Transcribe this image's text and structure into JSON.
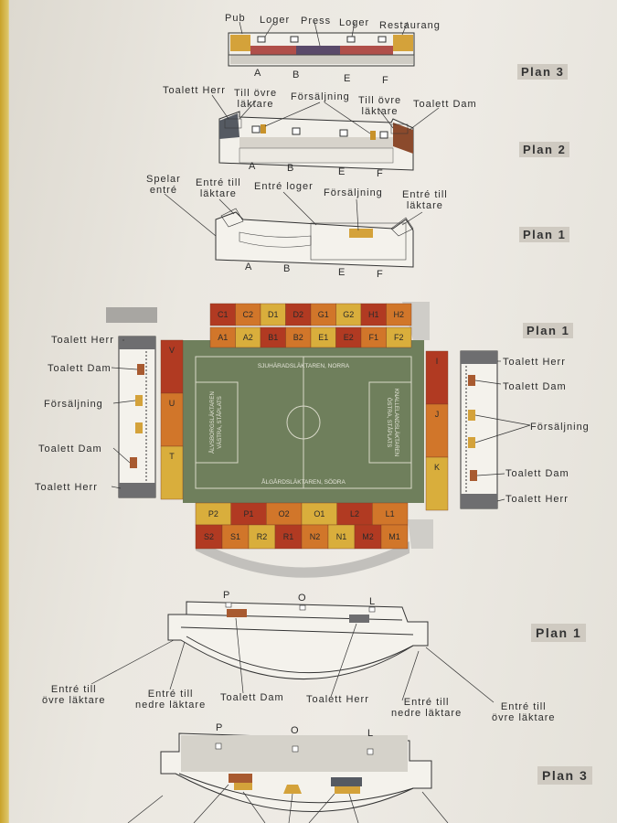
{
  "plan_labels": {
    "plan3": "Plan 3",
    "plan2": "Plan 2",
    "plan1": "Plan 1"
  },
  "plan3_top": {
    "labels": [
      "Pub",
      "Loger",
      "Press",
      "Loger",
      "Restaurang"
    ],
    "letters": [
      "A",
      "B",
      "E",
      "F"
    ]
  },
  "plan2_top": {
    "toalett_herr": "Toalett Herr",
    "till_ovre_left": "Till övre\nläktare",
    "forsaljning": "Försäljning",
    "till_ovre_right": "Till övre\nläktare",
    "toalett_dam": "Toalett Dam",
    "letters": [
      "A",
      "B",
      "E",
      "F"
    ]
  },
  "plan1_top": {
    "spelar_entre": "Spelar\nentré",
    "entre_lakare_left": "Entré till\nläktare",
    "entre_loger": "Entré loger",
    "forsaljning": "Försäljning",
    "entre_lakare_right": "Entré till\nläktare",
    "letters": [
      "A",
      "B",
      "E",
      "F"
    ]
  },
  "stadium": {
    "north_row1": [
      "C1",
      "C2",
      "D1",
      "D2",
      "G1",
      "G2",
      "H1",
      "H2"
    ],
    "north_row2": [
      "A1",
      "A2",
      "B1",
      "B2",
      "E1",
      "E2",
      "F1",
      "F2"
    ],
    "south_row1": [
      "P2",
      "P1",
      "O2",
      "O1",
      "L2",
      "L1"
    ],
    "south_row2": [
      "S2",
      "S1",
      "R2",
      "R1",
      "N2",
      "N1",
      "M2",
      "M1"
    ],
    "west_sections": [
      "V",
      "U",
      "T"
    ],
    "east_sections": [
      "I",
      "J",
      "K"
    ],
    "north_stand_name": "SJUHÄRADSLÄKTAREN, NORRA",
    "south_stand_name": "ÅLGÅRDSLÄKTAREN, SÖDRA",
    "west_stand_name": "ÅLVSBORGSLÄKTAREN\nVÄSTRA, STÅPLATS",
    "east_stand_name": "KNALLELANDSLÄKTAREN\nÖSTRA, STÅPLATS",
    "west_labels": [
      "Toalett Herr",
      "Toalett Dam",
      "Försäljning",
      "Toalett Dam",
      "Toalett Herr"
    ],
    "east_labels": [
      "Toalett Herr",
      "Toalett Dam",
      "Försäljning",
      "Toalett Dam",
      "Toalett Herr"
    ]
  },
  "plan1_bottom": {
    "letters": [
      "P",
      "O",
      "L"
    ],
    "entre_ovre_left": "Entré till\növre läktare",
    "entre_nedre_left": "Entré till\nnedre läktare",
    "toalett_dam": "Toalett Dam",
    "toalett_herr": "Toalett Herr",
    "entre_nedre_right": "Entré till\nnedre läktare",
    "entre_ovre_right": "Entré till\növre läktare"
  },
  "plan3_bottom": {
    "letters": [
      "P",
      "O",
      "L"
    ]
  },
  "colors": {
    "red": "#b13a22",
    "orange": "#d1762a",
    "yellow": "#d9ae3c",
    "field": "#6f7f5c",
    "pitch_line": "#d8d8c8",
    "panel": "#8a8a88"
  }
}
